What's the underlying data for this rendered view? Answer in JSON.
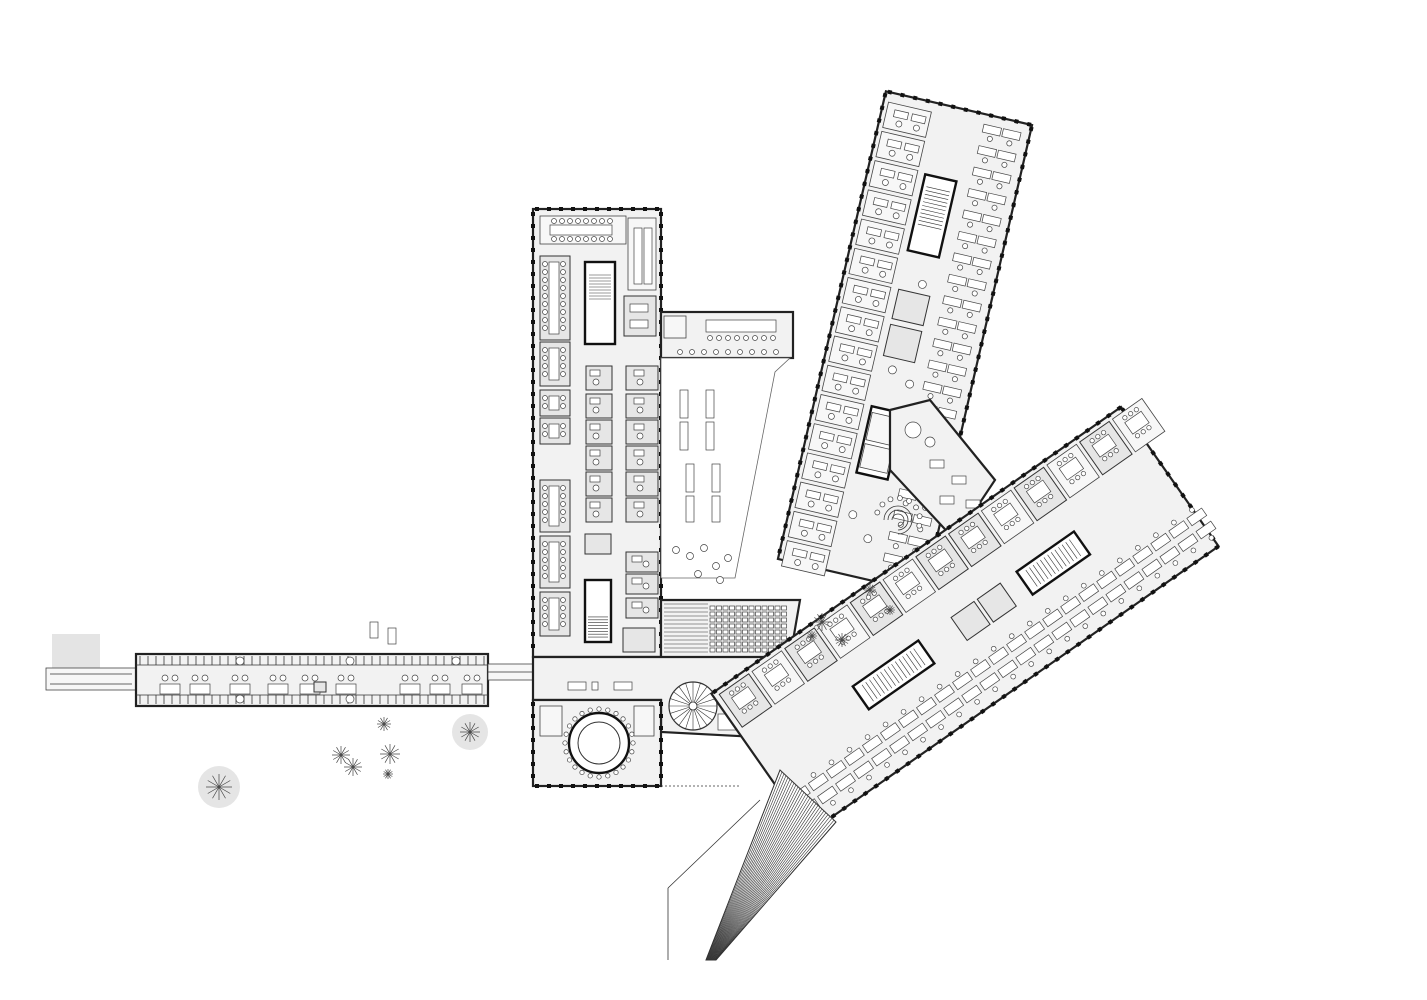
{
  "drawing": {
    "kind": "floor-plan",
    "line_color": "#222222",
    "fill_color": "#f2f2f2",
    "room_color": "#e6e6e6",
    "background": "#ffffff"
  },
  "elements": {
    "wings": [
      "west-wing",
      "north-east-wing",
      "east-wing",
      "connector-wing"
    ],
    "features": [
      "courtyard",
      "spiral-stair",
      "round-hall",
      "seating-steps",
      "entrance-ramp",
      "trees"
    ]
  }
}
